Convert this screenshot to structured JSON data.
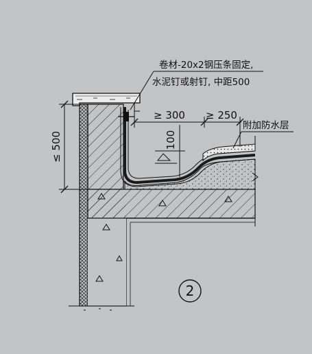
{
  "annotations": {
    "fixing_note_line1": "卷材-20x2钢压条固定,",
    "fixing_note_line2": "水泥钉或射钉, 中距500",
    "additional_layer": "附加防水层"
  },
  "dimensions": {
    "parapet_height": "≤ 500",
    "horizontal_300": "≥ 300",
    "horizontal_250": "≥ 250",
    "upturn_100": "100"
  },
  "detail_number": "2",
  "colors": {
    "background": "#c3c4c6",
    "line": "#111111",
    "membrane": "#1a1a1a"
  }
}
